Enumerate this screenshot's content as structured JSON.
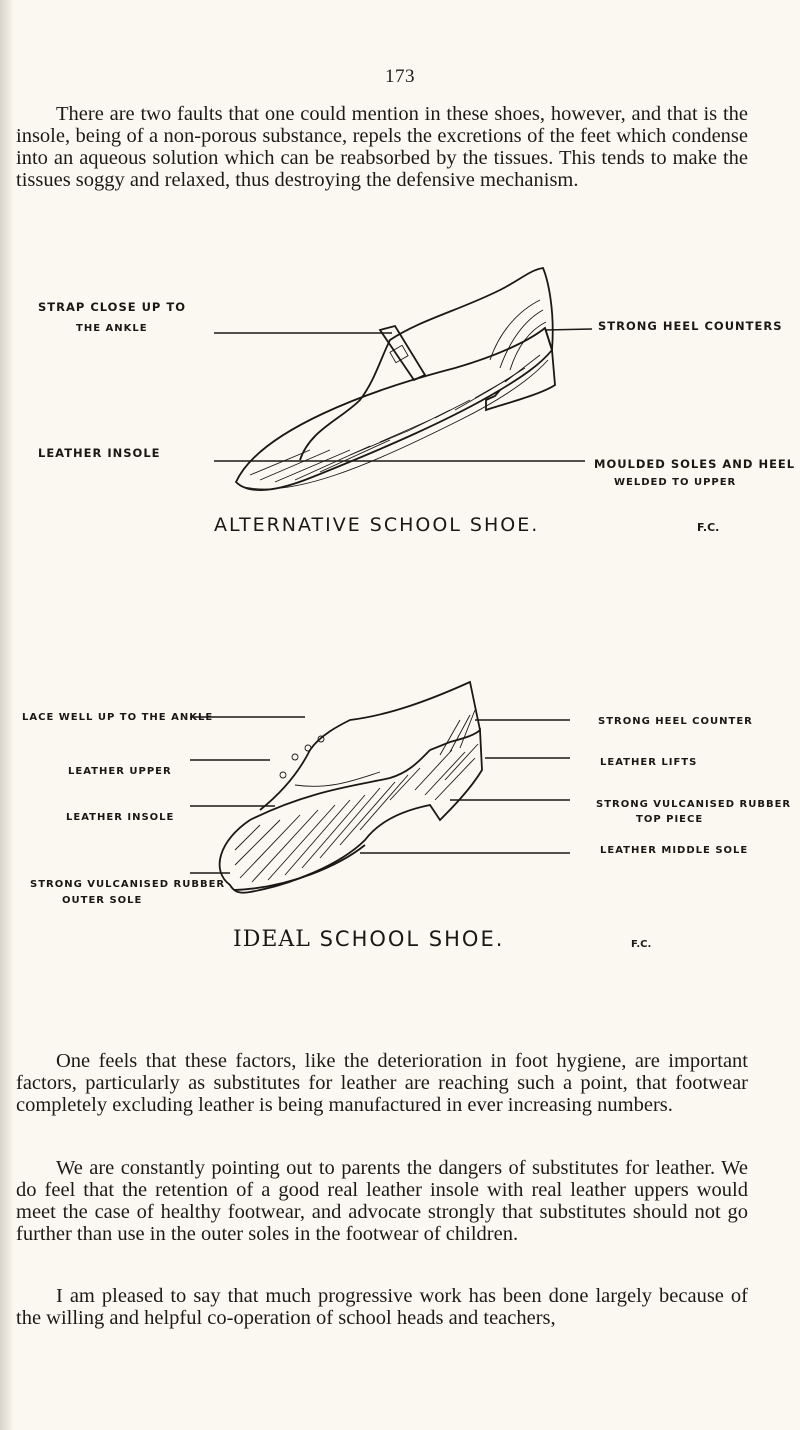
{
  "page": {
    "number": "173",
    "paragraphs": [
      "There are two faults that one could mention in these shoes, however, and that is the insole, being of a non-porous substance, repels the excretions of the feet which condense into an aqueous solution which can be reabsorbed by the tissues. This tends to make the tissues soggy and relaxed, thus destroying the defensive mechanism.",
      "One feels that these factors, like the deterioration in foot hygiene, are important factors, particularly as substitutes for leather are reaching such a point, that footwear completely excluding leather is being manufactured in ever increasing numbers.",
      "We are constantly pointing out to parents the dangers of substitutes for leather. We do feel that the retention of a good real leather insole with real leather uppers would meet the case of healthy footwear, and advocate strongly that substitutes should not go further than use in the outer soles in the footwear of children.",
      "I am pleased to say that much progressive work has been done largely because of the willing and helpful co-operation of school heads and teachers,"
    ]
  },
  "figures": [
    {
      "caption": "Alternative School Shoe.",
      "initials": "F.C.",
      "labels_left": [
        {
          "line1": "Strap Close Up To",
          "line2": "The Ankle"
        },
        {
          "line1": "Leather Insole",
          "line2": ""
        }
      ],
      "labels_right": [
        {
          "line1": "Strong Heel Counters",
          "line2": ""
        },
        {
          "line1": "Moulded Soles and Heel",
          "line2": "Welded To Upper"
        }
      ]
    },
    {
      "caption_part1": "Ideal",
      "caption_part2": "School Shoe.",
      "initials": "F.C.",
      "labels_left": [
        {
          "line1": "Lace Well Up To The Ankle",
          "line2": ""
        },
        {
          "line1": "Leather Upper",
          "line2": ""
        },
        {
          "line1": "Leather Insole",
          "line2": ""
        },
        {
          "line1": "Strong Vulcanised Rubber",
          "line2": "Outer Sole"
        }
      ],
      "labels_right": [
        {
          "line1": "Strong Heel Counter",
          "line2": ""
        },
        {
          "line1": "Leather Lifts",
          "line2": ""
        },
        {
          "line1": "Strong Vulcanised Rubber",
          "line2": "Top Piece"
        },
        {
          "line1": "Leather Middle Sole",
          "line2": ""
        }
      ]
    }
  ]
}
